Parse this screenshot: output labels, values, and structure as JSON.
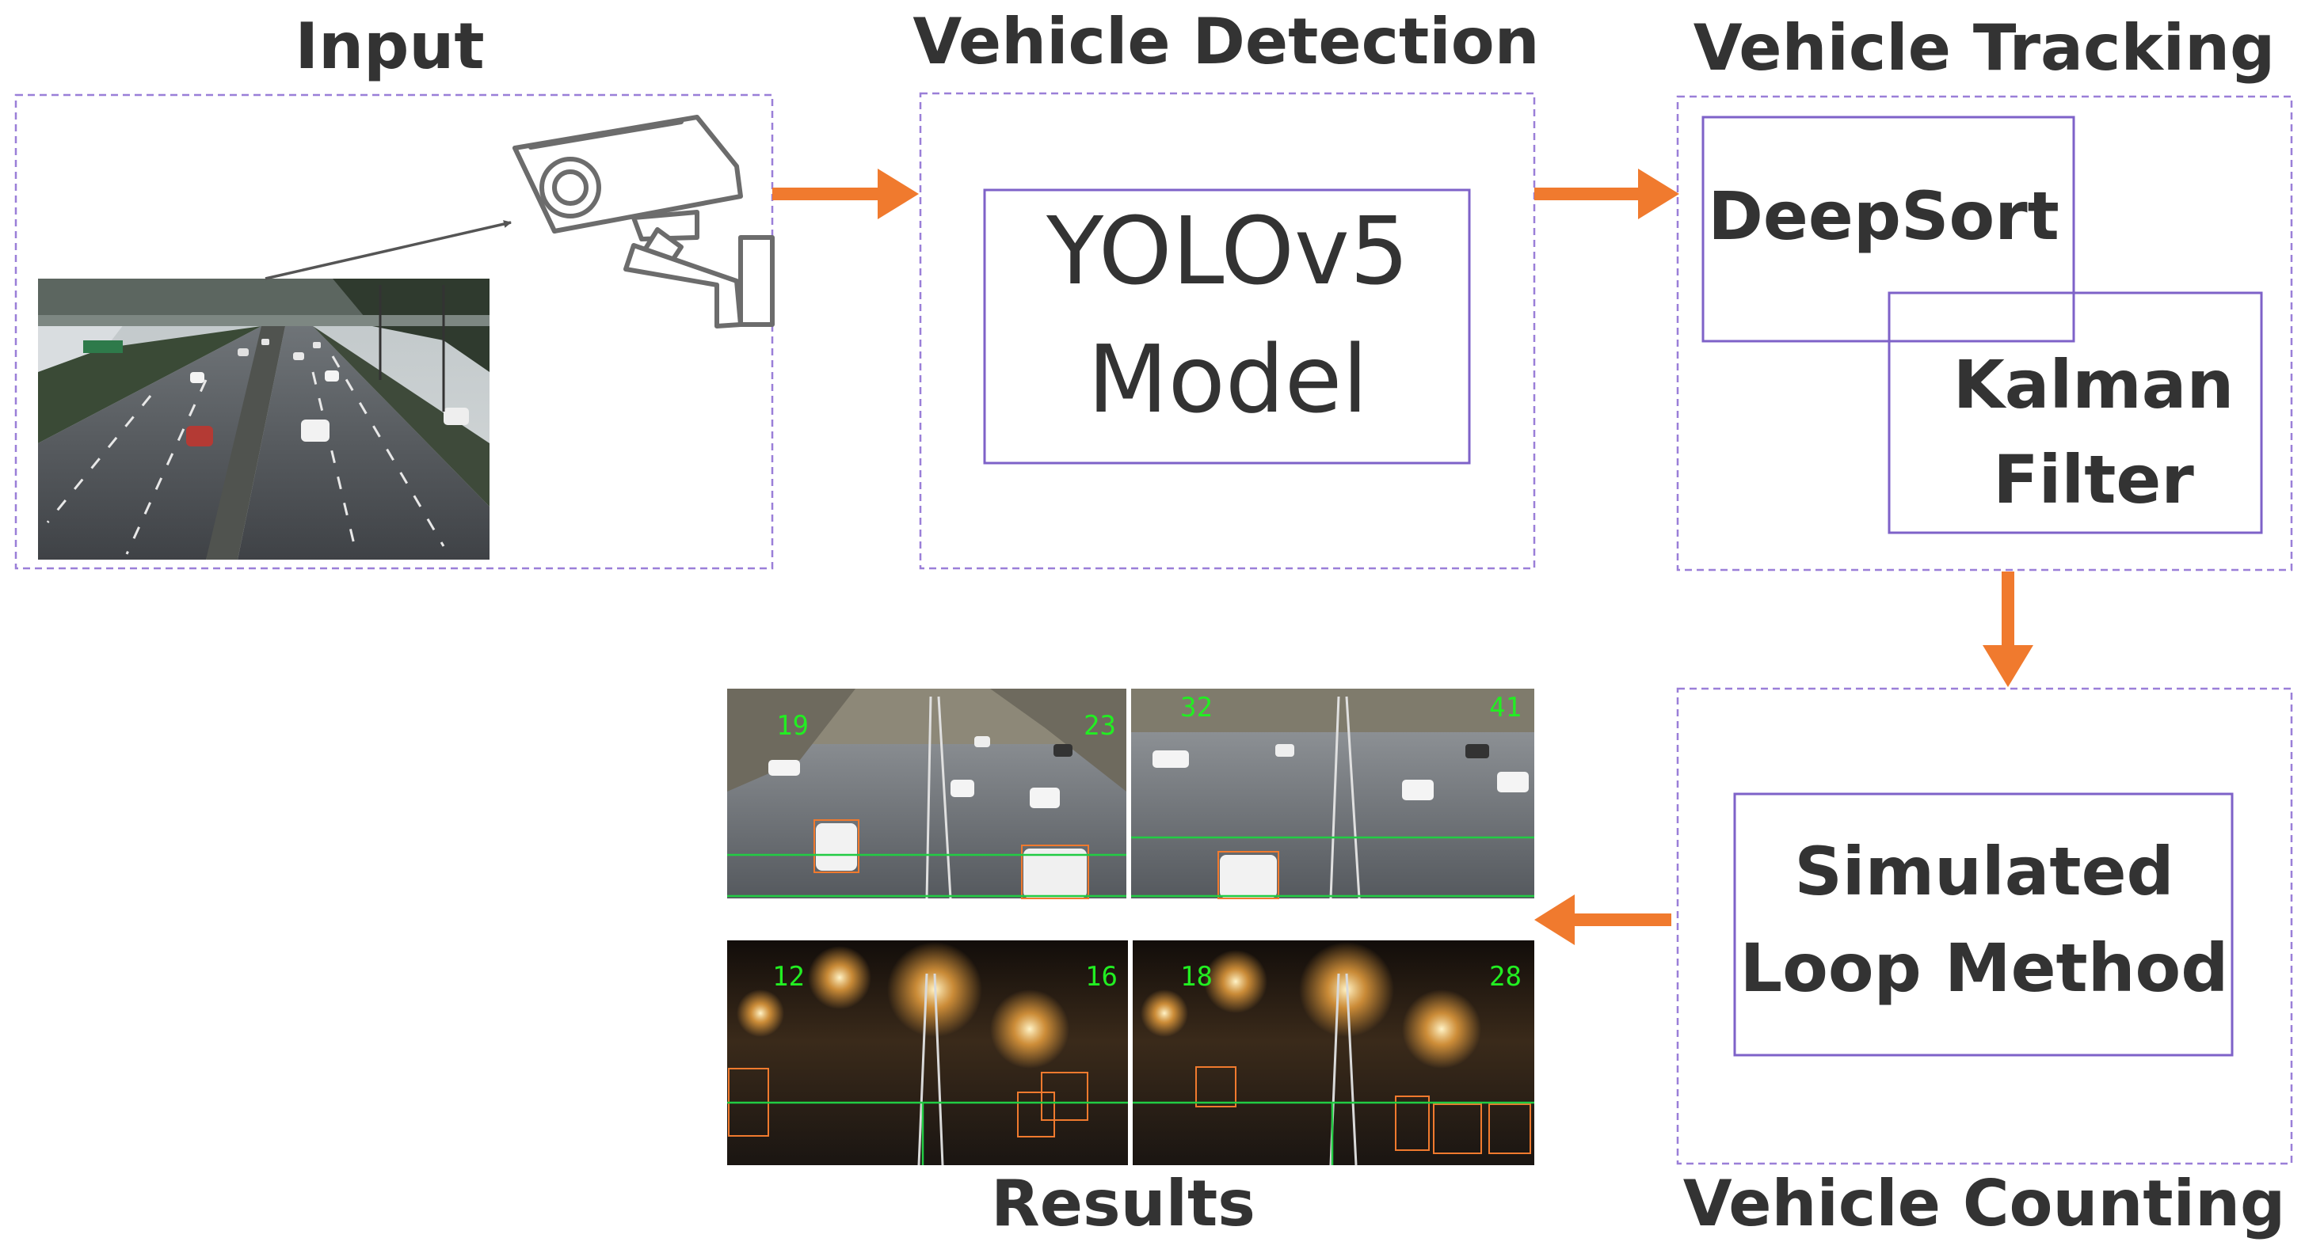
{
  "stages": {
    "input": {
      "title": "Input"
    },
    "detection": {
      "title": "Vehicle Detection",
      "model_line1": "YOLOv5",
      "model_line2": "Model"
    },
    "tracking": {
      "title": "Vehicle Tracking",
      "tracker": "DeepSort",
      "filter_line1": "Kalman",
      "filter_line2": "Filter"
    },
    "counting": {
      "title": "Vehicle Counting",
      "method_line1": "Simulated",
      "method_line2": "Loop Method"
    },
    "results": {
      "title": "Results",
      "frames": [
        {
          "scene": "day",
          "count_left": "19",
          "count_right": "23"
        },
        {
          "scene": "day",
          "count_left": "32",
          "count_right": "41"
        },
        {
          "scene": "night",
          "count_left": "12",
          "count_right": "16"
        },
        {
          "scene": "night",
          "count_left": "18",
          "count_right": "28"
        }
      ]
    }
  },
  "colors": {
    "arrow": "#f07a2e",
    "dashed_border": "#9a7fd8",
    "solid_border": "#7e62c8",
    "text": "#333333",
    "count_text": "#22ee22",
    "count_line": "#22cc44"
  },
  "icons": {
    "camera": "cctv-camera-icon"
  }
}
